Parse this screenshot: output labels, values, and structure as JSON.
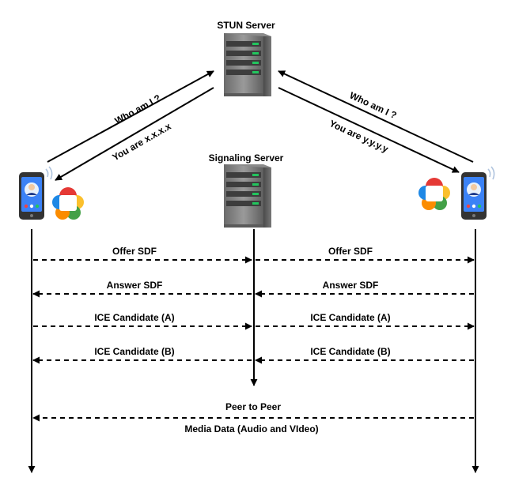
{
  "servers": {
    "stun": {
      "label": "STUN Server",
      "icon": "server-rack-icon"
    },
    "signaling": {
      "label": "Signaling Server",
      "icon": "server-rack-icon"
    }
  },
  "peers": {
    "left": {
      "device_icon": "smartphone-user-icon",
      "logo_icon": "webrtc-logo-icon"
    },
    "right": {
      "device_icon": "smartphone-user-icon",
      "logo_icon": "webrtc-logo-icon"
    }
  },
  "stun_exchange": {
    "left_request": "Who am I ?",
    "left_response": "You are x.x.x.x",
    "right_request": "Who am I ?",
    "right_response": "You are y.y.y.y"
  },
  "signaling_messages": [
    {
      "left_label": "Offer SDF",
      "right_label": "Offer SDF"
    },
    {
      "left_label": "Answer SDF",
      "right_label": "Answer SDF"
    },
    {
      "left_label": "ICE Candidate (A)",
      "right_label": "ICE Candidate (A)"
    },
    {
      "left_label": "ICE Candidate (B)",
      "right_label": "ICE Candidate (B)"
    }
  ],
  "peer_to_peer": {
    "label": "Peer to Peer",
    "sublabel": "Media Data (Audio and VIdeo)"
  },
  "colors": {
    "server_body": "#7a7a7a",
    "server_led": "#22c55e",
    "phone_body": "#333333",
    "phone_screen": "#3b82f6",
    "webrtc_red": "#e53935",
    "webrtc_yellow": "#fbc02d",
    "webrtc_green": "#43a047",
    "webrtc_blue": "#1e88e5",
    "webrtc_orange": "#fb8c00"
  }
}
